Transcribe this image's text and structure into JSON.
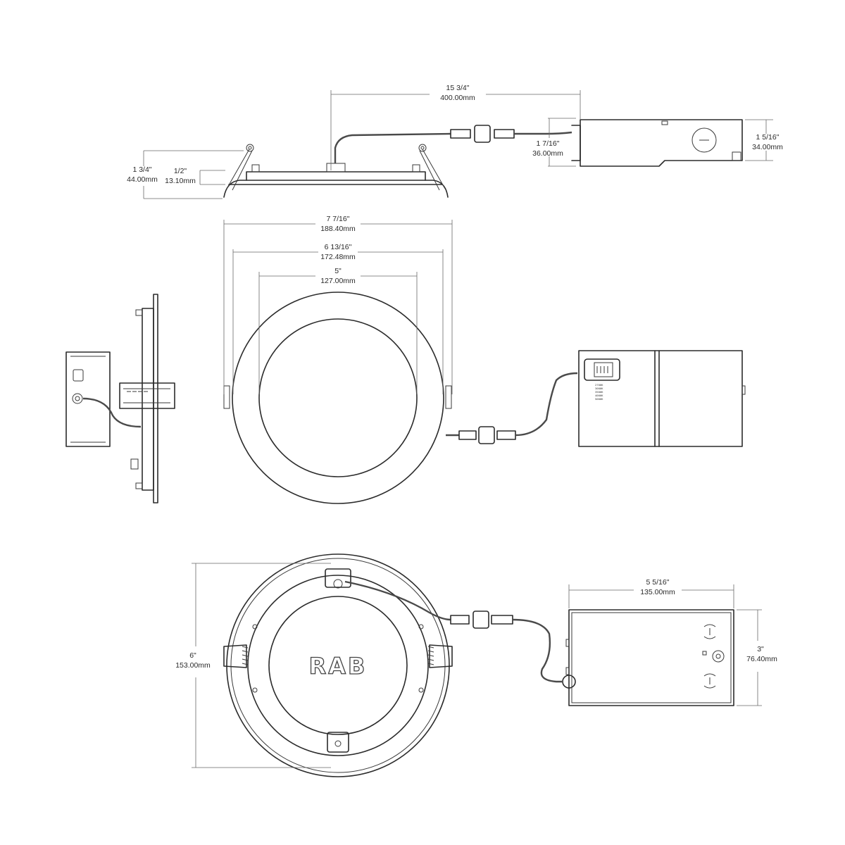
{
  "dimensions": {
    "overall_length": {
      "imperial": "15 3/4\"",
      "metric": "400.00mm"
    },
    "fixture_height": {
      "imperial": "1 3/4\"",
      "metric": "44.00mm"
    },
    "trim_height": {
      "imperial": "1/2\"",
      "metric": "13.10mm"
    },
    "driver_box_height_side": {
      "imperial": "1 7/16\"",
      "metric": "36.00mm"
    },
    "driver_box_depth": {
      "imperial": "1 5/16\"",
      "metric": "34.00mm"
    },
    "trim_diameter": {
      "imperial": "7 7/16\"",
      "metric": "188.40mm"
    },
    "cutout_diameter": {
      "imperial": "6 13/16\"",
      "metric": "172.48mm"
    },
    "aperture_diameter": {
      "imperial": "5\"",
      "metric": "127.00mm"
    },
    "back_height": {
      "imperial": "6\"",
      "metric": "153.00mm"
    },
    "driver_box_length": {
      "imperial": "5 5/16\"",
      "metric": "135.00mm"
    },
    "driver_box_width": {
      "imperial": "3\"",
      "metric": "76.40mm"
    }
  },
  "brand_logo": "RAB",
  "cct_labels": [
    "2700K",
    "3000K",
    "3500K",
    "4000K",
    "5000K"
  ]
}
